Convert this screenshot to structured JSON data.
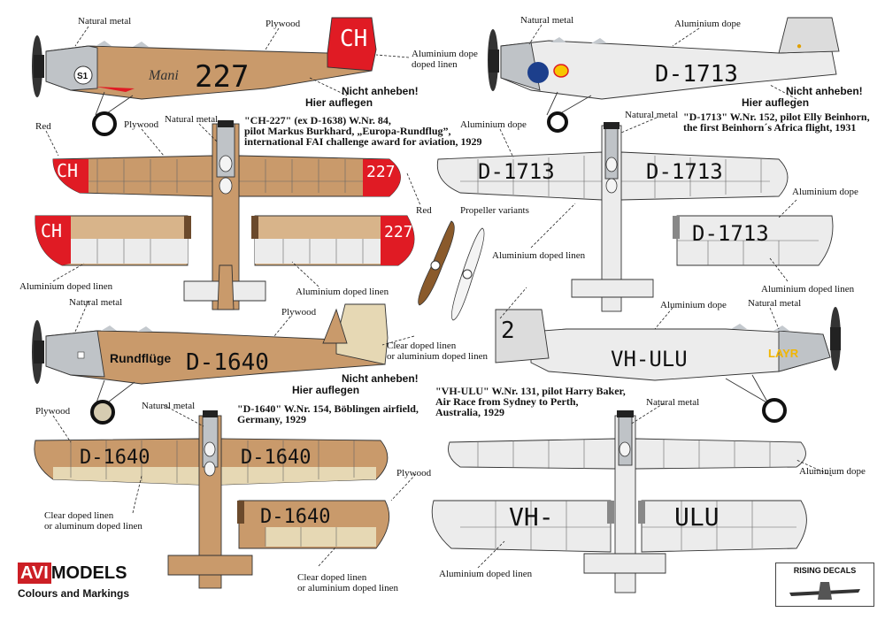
{
  "labels": {
    "natural_metal": "Natural metal",
    "plywood": "Plywood",
    "aluminium_doped_linen": "Aluminium doped linen",
    "aluminium_dope": "Aluminium dope",
    "red": "Red",
    "clear_doped_linen": "Clear doped linen",
    "or_aluminium_doped_linen": "or aluminium doped linen",
    "or_aluminum_doped_linen": "or aluminum doped linen",
    "propeller_variants": "Propeller variants",
    "nicht_anheben": "Nicht anheben!",
    "hier_auflegen": "Hier auflegen"
  },
  "aircraft": {
    "ch227": {
      "tail_code": "CH",
      "fuselage_number": "227",
      "script_name": "Mani",
      "roundel": "S1",
      "wing_upper_left": "CH",
      "wing_upper_right": "227",
      "wing_lower_left": "CH",
      "wing_lower_right": "227",
      "caption_lines": [
        "\"CH-227\" (ex D-1638) W.Nr. 84,",
        "pilot Markus Burkhard, „Europa-Rundflug”,",
        "international FAI challenge award for aviation, 1929"
      ]
    },
    "d1713": {
      "registration": "D-1713",
      "caption_lines": [
        "\"D-1713\" W.Nr. 152, pilot Elly Beinhorn,",
        "the first Beinhorn´s Africa flight, 1931"
      ]
    },
    "d1640": {
      "registration": "D-1640",
      "side_text": "Rundflüge",
      "caption_lines": [
        "\"D-1640\" W.Nr. 154, Böblingen airfield,",
        "Germany, 1929"
      ]
    },
    "vhulu": {
      "registration": "VH-ULU",
      "tail_number": "2",
      "wing_left": "VH-",
      "wing_right": "ULU",
      "sponsor": "LAYR",
      "caption_lines": [
        "\"VH-ULU\" W.Nr. 131, pilot Harry Baker,",
        "Air Race from Sydney to Perth,",
        "Australia, 1929"
      ]
    }
  },
  "brand": {
    "avi": "AVI",
    "models": "MODELS",
    "subtitle": "Colours and Markings",
    "partner": "RISING DECALS"
  },
  "colors": {
    "plywood": "#c99a6b",
    "aluminium": "#ececec",
    "red": "#e01b24",
    "natural_metal": "#bfc3c7",
    "clear_doped": "#e6d8b4"
  }
}
